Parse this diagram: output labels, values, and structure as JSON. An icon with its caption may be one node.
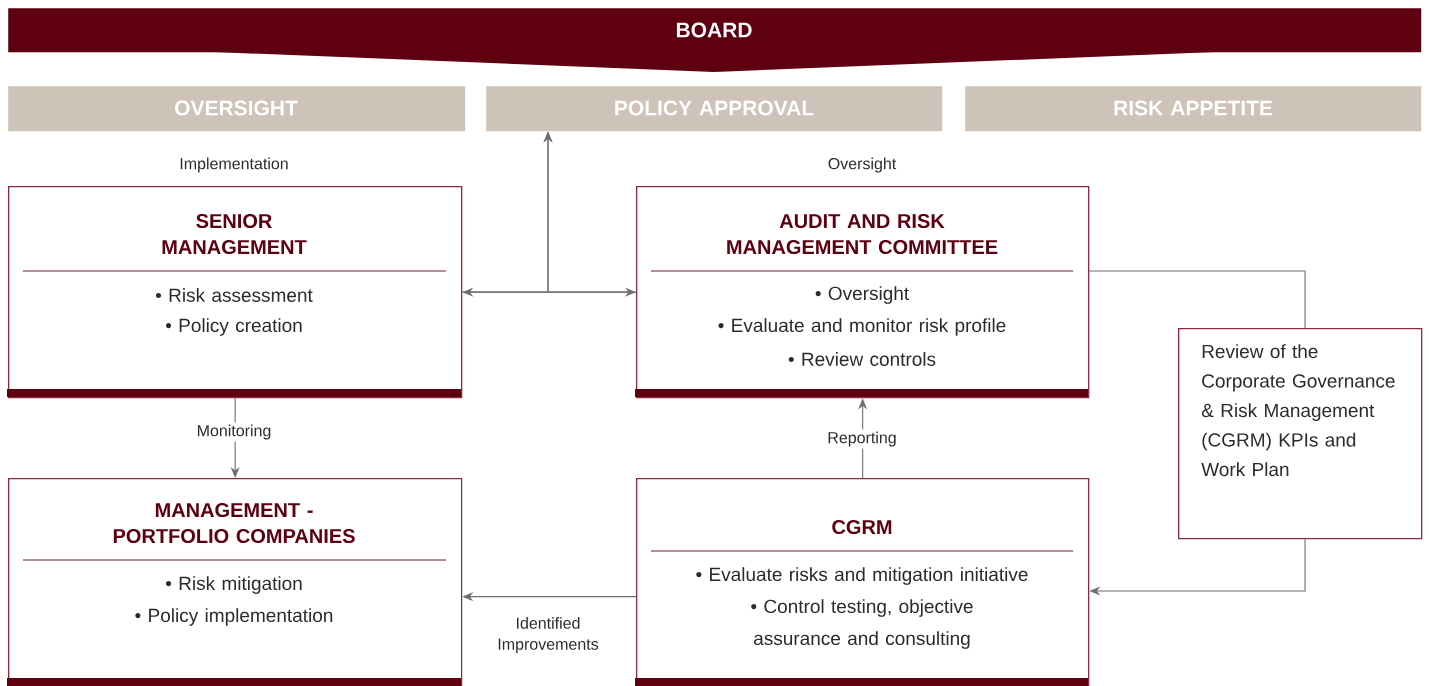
{
  "diagram": {
    "nodes": [
      {
        "text": [
          "BOARD"
        ]
      },
      {
        "text": [
          "OVERSIGHT"
        ]
      },
      {
        "text": [
          "POLICY APPROVAL"
        ]
      },
      {
        "text": [
          "RISK APPETITE"
        ]
      },
      {
        "text": [
          "SENIOR MANAGEMENT",
          "• Risk assessment",
          "• Policy creation"
        ],
        "beside": [
          "Implementation"
        ]
      },
      {
        "text": [
          "AUDIT AND RISK MANAGEMENT COMMITTEE",
          "• Oversight",
          "• Evaluate and monitor risk profile",
          "• Review controls"
        ],
        "beside": [
          "Oversight"
        ]
      },
      {
        "text": [
          "Review of the Corporate Governance & Risk Management (CGRM) KPIs and Work Plan"
        ]
      },
      {
        "text": [
          "MANAGEMENT - PORTFOLIO COMPANIES",
          "• Risk mitigation",
          "• Policy implementation"
        ]
      },
      {
        "text": [
          "CGRM",
          "• Evaluate risks and mitigation initiative",
          "• Control testing, objective assurance and consulting"
        ]
      }
    ],
    "edges": [
      {
        "from": 4,
        "to": 5,
        "arrow": "both"
      },
      {
        "from": 4,
        "to": 2,
        "arrow": "to"
      },
      {
        "from": 5,
        "to": 2,
        "arrow": "to"
      },
      {
        "from": 4,
        "to": 7,
        "arrow": "to",
        "label": "Monitoring"
      },
      {
        "from": 8,
        "to": 5,
        "arrow": "to",
        "label": "Reporting"
      },
      {
        "from": 8,
        "to": 7,
        "arrow": "to",
        "label": "Identified Improvements"
      },
      {
        "from": 5,
        "to": 6,
        "arrow": "none"
      },
      {
        "from": 6,
        "to": 8,
        "arrow": "to"
      }
    ]
  }
}
